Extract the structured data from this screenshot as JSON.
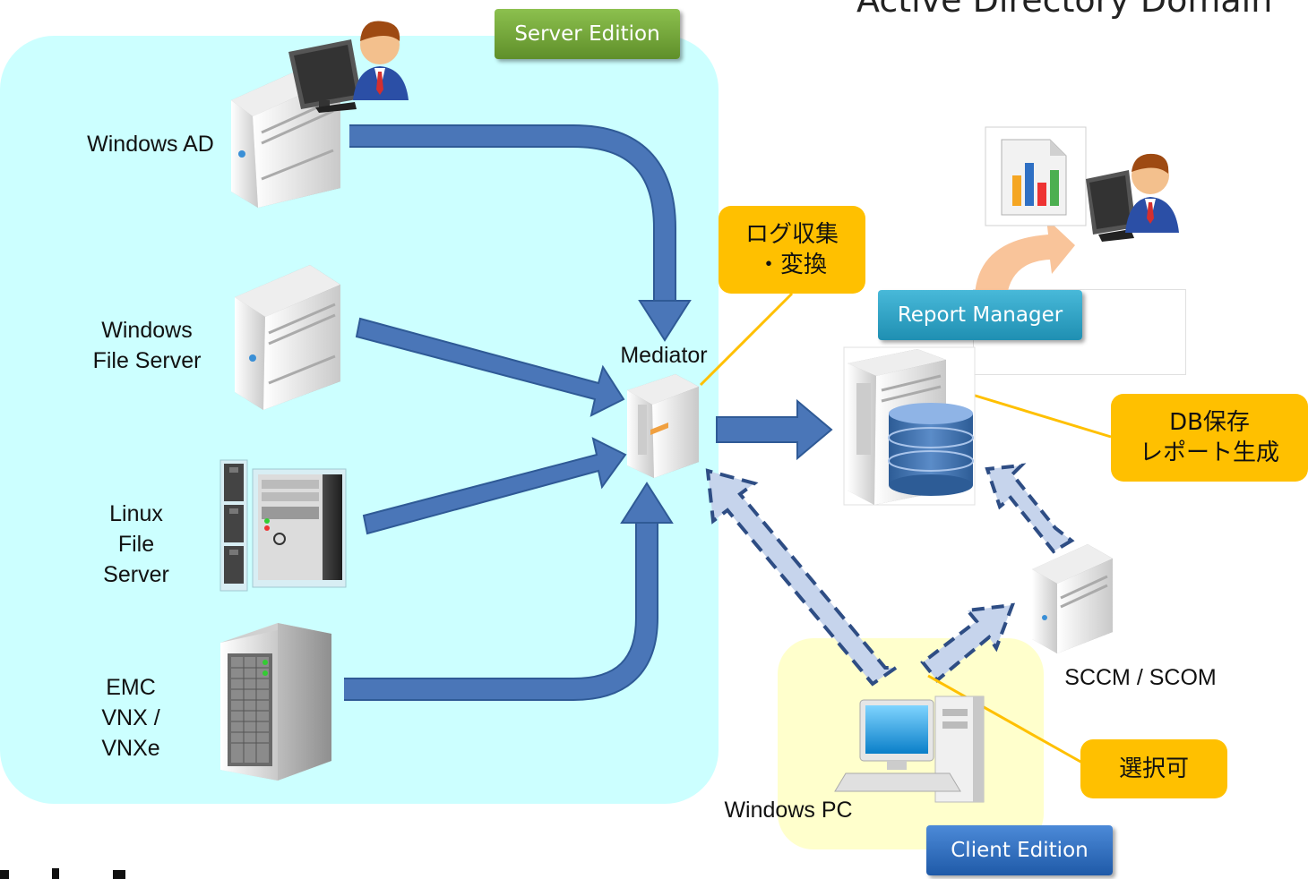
{
  "header": {
    "title": "Active Directory Domain"
  },
  "editions": {
    "server": "Server Edition",
    "client": "Client Edition",
    "report": "Report Manager"
  },
  "sources": {
    "windows_ad": "Windows AD",
    "windows_file_server": "Windows\nFile Server",
    "linux_file_server": "Linux\nFile\nServer",
    "emc": "EMC\nVNX /\nVNXe"
  },
  "nodes": {
    "mediator": "Mediator",
    "sccm": "SCCM / SCOM",
    "windows_pc": "Windows PC"
  },
  "callouts": {
    "log": "ログ収集\n・変換",
    "db": "DB保存\nレポート生成",
    "select": "選択可"
  },
  "colors": {
    "server_zone": "#ccffff",
    "client_zone": "#ffffcc",
    "arrow_solid": "#4a76b8",
    "arrow_dashed_fill": "#c6d4ec",
    "arrow_dashed_stroke": "#2e4d84",
    "callout": "#ffc000",
    "badge_green": "#77a73a",
    "badge_teal": "#31a3c6",
    "badge_blue": "#2f70c4",
    "report_arrow": "#f9c49a"
  }
}
